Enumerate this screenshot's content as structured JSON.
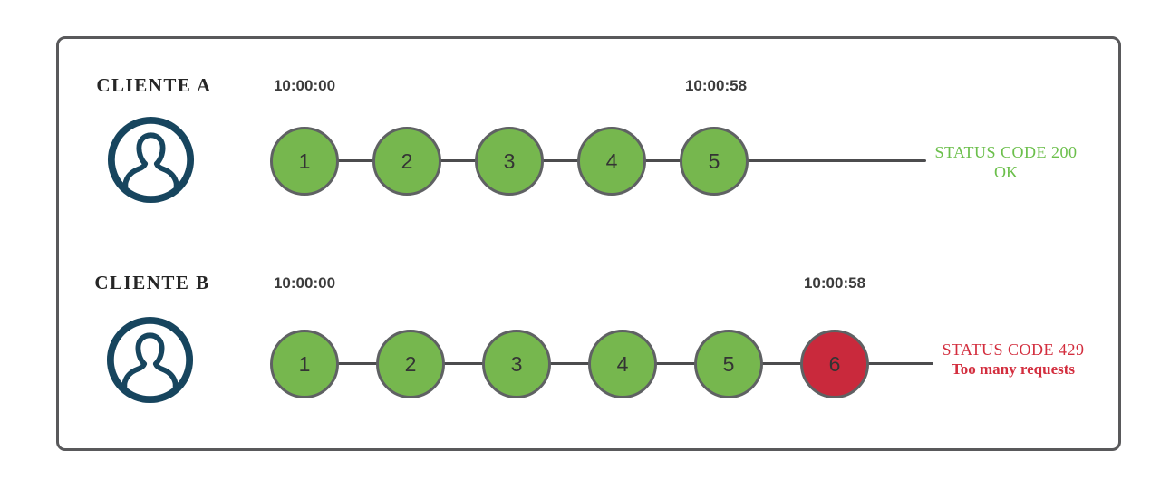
{
  "colors": {
    "success": "#76b74e",
    "error": "#c9293c",
    "success_text": "#6bbf4b",
    "error_text": "#d32e3e",
    "circle_border": "#5f6163",
    "line": "#4c4c4e",
    "frame_border": "#59595b",
    "timestamp_text": "#3b3b3b",
    "label_text": "#262626",
    "avatar": "#17455e"
  },
  "rows": [
    {
      "client_label": "CLIENTE A",
      "start_time": "10:00:00",
      "end_time": "10:00:58",
      "requests": [
        {
          "label": "1",
          "status": "ok"
        },
        {
          "label": "2",
          "status": "ok"
        },
        {
          "label": "3",
          "status": "ok"
        },
        {
          "label": "4",
          "status": "ok"
        },
        {
          "label": "5",
          "status": "ok"
        }
      ],
      "status_line1": "STATUS CODE 200",
      "status_line2": "OK"
    },
    {
      "client_label": "CLIENTE B",
      "start_time": "10:00:00",
      "end_time": "10:00:58",
      "requests": [
        {
          "label": "1",
          "status": "ok"
        },
        {
          "label": "2",
          "status": "ok"
        },
        {
          "label": "3",
          "status": "ok"
        },
        {
          "label": "4",
          "status": "ok"
        },
        {
          "label": "5",
          "status": "ok"
        },
        {
          "label": "6",
          "status": "limited"
        }
      ],
      "status_line1": "STATUS CODE 429",
      "status_line2": "Too many requests"
    }
  ]
}
